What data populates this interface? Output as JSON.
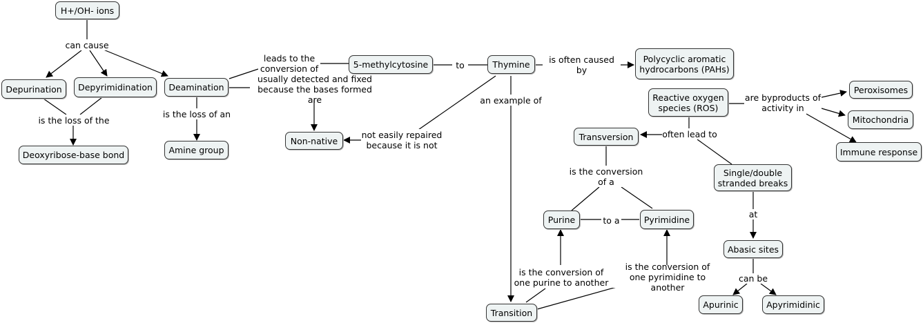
{
  "nodes": {
    "h_oh_ions": "H+/OH- ions",
    "depurination": "Depurination",
    "depyrimidination": "Depyrimidination",
    "deamination": "Deamination",
    "deoxyribose_base_bond": "Deoxyribose-base bond",
    "amine_group": "Amine group",
    "non_native": "Non-native",
    "methylcytosine": "5-methylcytosine",
    "thymine": "Thymine",
    "pahs": "Polycyclic aromatic\nhydrocarbons (PAHs)",
    "ros": "Reactive oxygen\nspecies (ROS)",
    "peroxisomes": "Peroxisomes",
    "mitochondria": "Mitochondria",
    "immune_response": "Immune response",
    "transversion": "Transversion",
    "single_double_breaks": "Single/double\nstranded breaks",
    "purine": "Purine",
    "pyrimidine": "Pyrimidine",
    "abasic_sites": "Abasic sites",
    "transition": "Transition",
    "apurinic": "Apurinic",
    "apyrimidinic": "Apyrimidinic"
  },
  "labels": {
    "can_cause": "can cause",
    "is_loss_of_the": "is the loss of the",
    "is_loss_of_an": "is the loss of an",
    "leads_to_conversion": "leads to the\nconversion of",
    "usually_detected": "usually detected and fixed\nbecause the bases formed are",
    "to": "to",
    "often_caused_by": "is often caused by",
    "an_example_of": "an example of",
    "not_easily_repaired": "not easily repaired\nbecause it is not",
    "byproducts_of": "are byproducts of\nactivity in",
    "often_lead_to": "often lead to",
    "conversion_of_a": "is the conversion\nof a",
    "to_a": "to a",
    "at": "at",
    "can_be": "can be",
    "purine_to_another": "is the conversion of\none purine to another",
    "pyrimidine_to_another": "is the conversion of\none pyrimidine to another"
  }
}
